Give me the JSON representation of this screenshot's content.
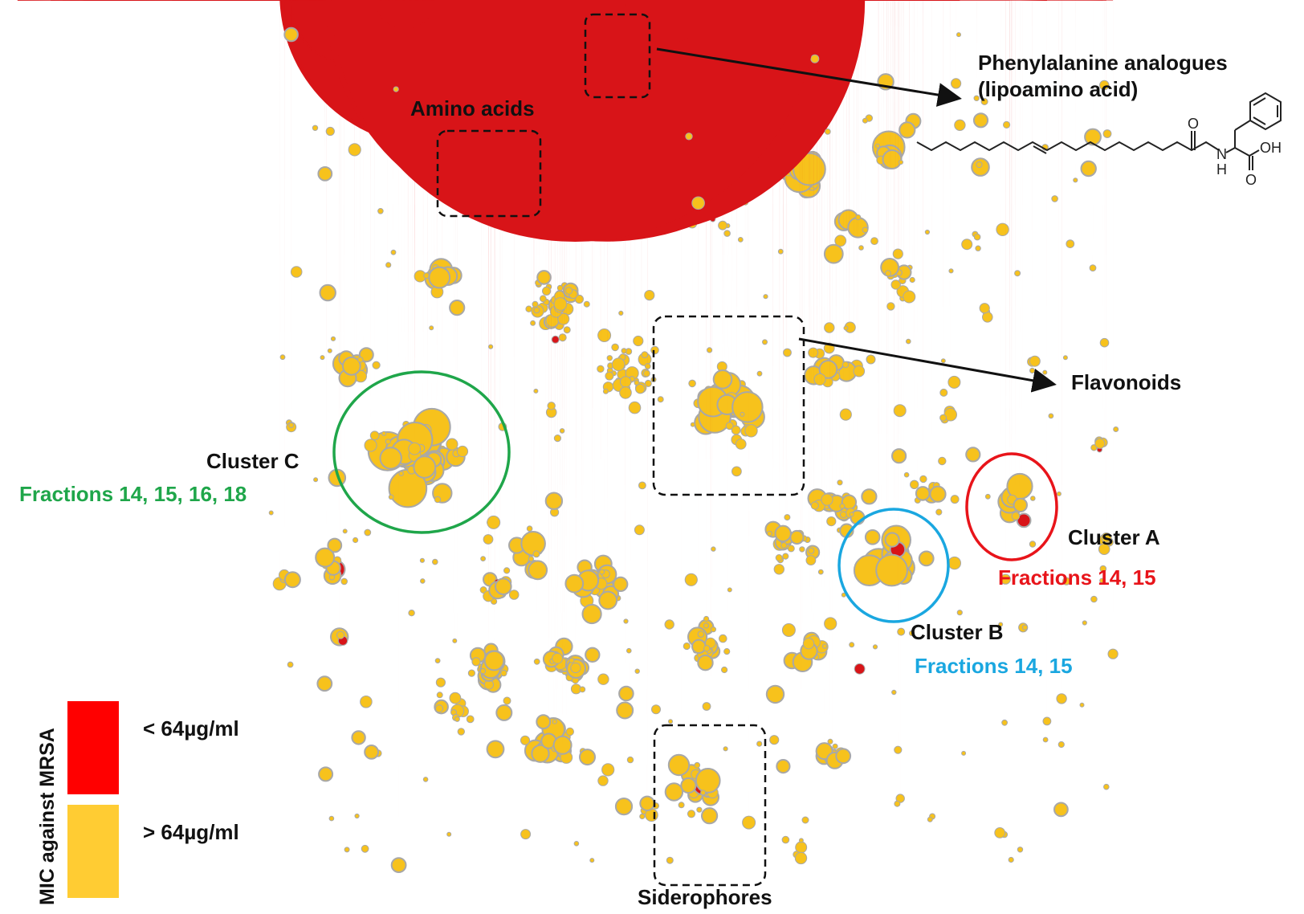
{
  "colors": {
    "active": "#d81418",
    "inactive": "#f7c21c",
    "node_border": "#a8a8a8",
    "legend_active": "#ff0000",
    "legend_inactive": "#ffcc33",
    "cluster_a": "#e8141a",
    "cluster_b": "#1aa7e0",
    "cluster_c": "#1fa64a",
    "box": "#111111"
  },
  "annotations": {
    "phenylalanine_line1": "Phenylalanine analogues",
    "phenylalanine_line2": "(lipoamino acid)",
    "amino_acids": "Amino acids",
    "flavonoids": "Flavonoids",
    "siderophores": "Siderophores"
  },
  "clusters": {
    "a": {
      "name": "Cluster A",
      "fractions": "Fractions 14, 15"
    },
    "b": {
      "name": "Cluster B",
      "fractions": "Fractions 14, 15"
    },
    "c": {
      "name": "Cluster C",
      "fractions": "Fractions 14, 15, 16, 18"
    }
  },
  "structure_labels": {
    "carbonyl_o": "O",
    "nh": "N",
    "h": "H",
    "oh": "OH",
    "acid_o": "O"
  },
  "legend": {
    "title": "MIC against MRSA",
    "items": [
      {
        "label": "< 64µg/ml",
        "color_key": "legend_active"
      },
      {
        "label": "> 64µg/ml",
        "color_key": "legend_inactive"
      }
    ]
  }
}
